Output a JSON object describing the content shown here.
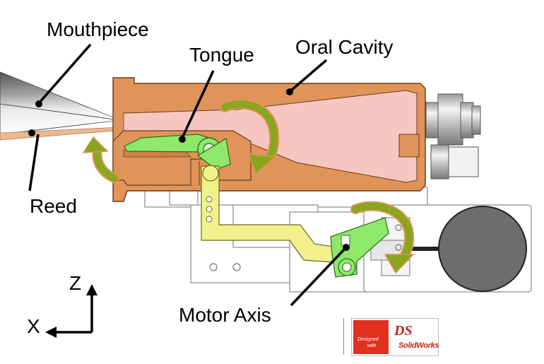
{
  "labels": {
    "mouthpiece": "Mouthpiece",
    "tongue": "Tongue",
    "oral_cavity": "Oral Cavity",
    "reed": "Reed",
    "motor_axis": "Motor Axis"
  },
  "axes": {
    "z": "Z",
    "x": "X"
  },
  "logo": {
    "designed": "Designed",
    "with": "with",
    "brand": "SolidWorks",
    "emblem": "DS"
  },
  "colors": {
    "body_orange": "#e0945a",
    "cavity_pink": "#f7c6c0",
    "tongue_green": "#8ee86a",
    "link_yellow": "#f1f08a",
    "arrow_green": "#8aa51e",
    "arrow_edge": "#e0945a",
    "motor_gray": "#6d6d6d",
    "logo_red": "#e0301e"
  }
}
